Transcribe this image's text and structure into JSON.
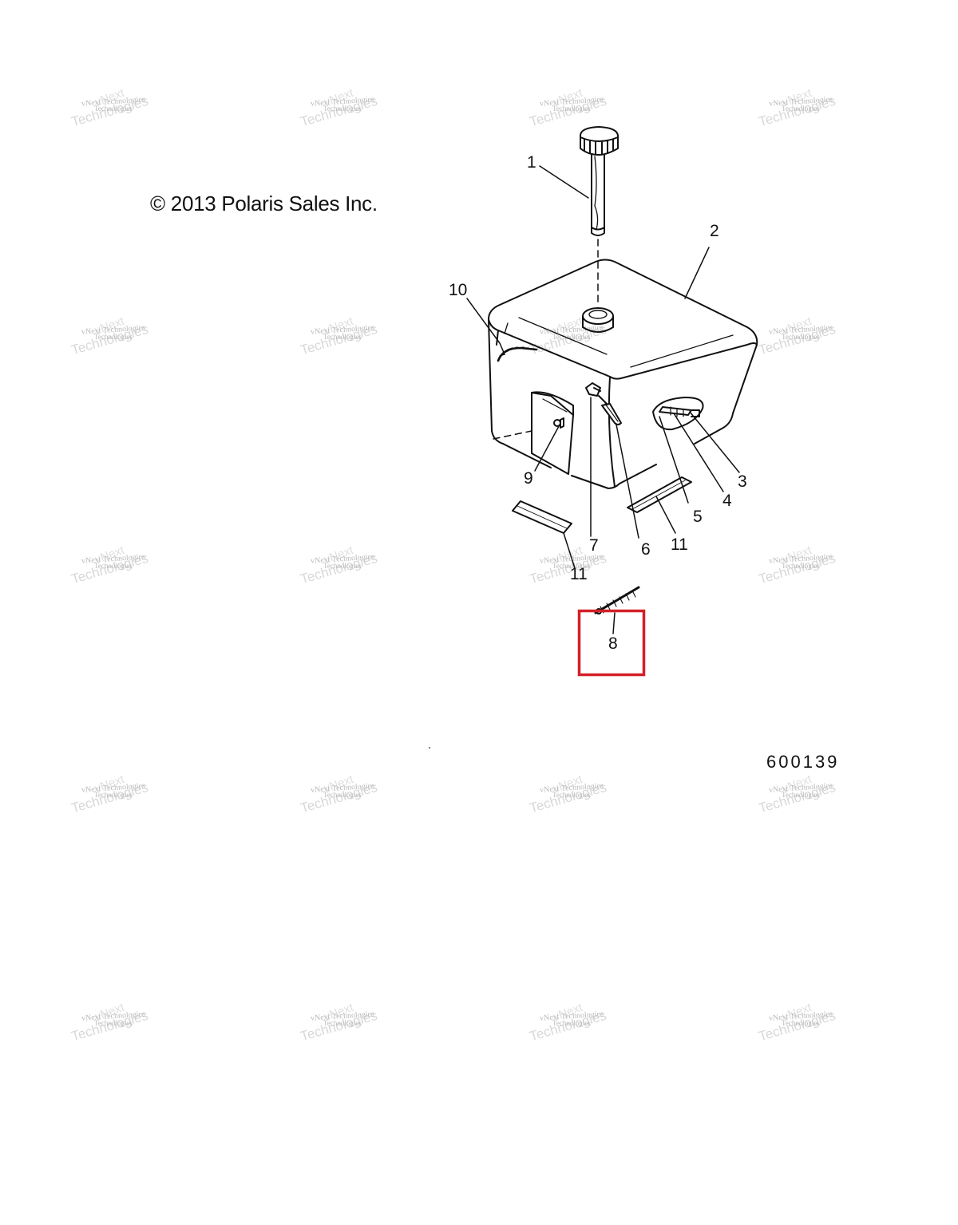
{
  "copyright": "© 2013 Polaris Sales Inc.",
  "figure_number": "600139",
  "watermark": {
    "line_small": "vNext Technologies",
    "line_large": "Technologies",
    "line_top": "vNext",
    "line_bottom": "Technologies"
  },
  "callouts": {
    "c1": "1",
    "c2": "2",
    "c3": "3",
    "c4": "4",
    "c5": "5",
    "c6": "6",
    "c7": "7",
    "c8": "8",
    "c9": "9",
    "c10": "10",
    "c11a": "11",
    "c11b": "11"
  },
  "highlight": {
    "label": "8",
    "color": "#d42027"
  }
}
